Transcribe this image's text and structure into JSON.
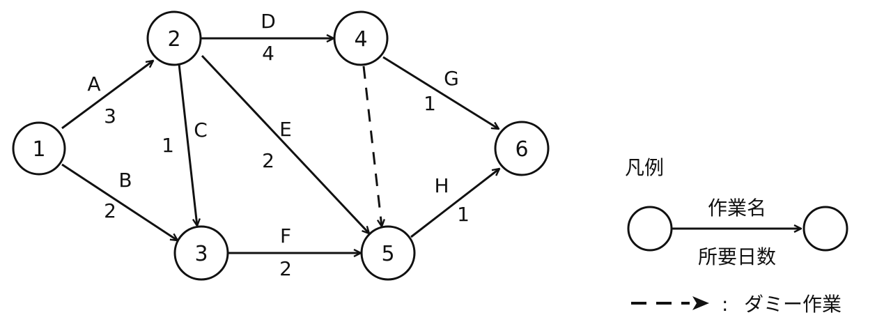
{
  "nodes": [
    "1",
    "2",
    "3",
    "4",
    "5",
    "6"
  ],
  "edges": [
    {
      "from": "1",
      "to": "2",
      "name": "A",
      "days": "3"
    },
    {
      "from": "1",
      "to": "3",
      "name": "B",
      "days": "2"
    },
    {
      "from": "2",
      "to": "3",
      "name": "C",
      "days": "1"
    },
    {
      "from": "2",
      "to": "4",
      "name": "D",
      "days": "4"
    },
    {
      "from": "2",
      "to": "5",
      "name": "E",
      "days": "2"
    },
    {
      "from": "3",
      "to": "5",
      "name": "F",
      "days": "2"
    },
    {
      "from": "4",
      "to": "6",
      "name": "G",
      "days": "1"
    },
    {
      "from": "5",
      "to": "6",
      "name": "H",
      "days": "1"
    }
  ],
  "dummy_edge": {
    "from": "4",
    "to": "5"
  },
  "legend": {
    "title": "凡例",
    "task_name": "作業名",
    "required_days": "所要日数",
    "dummy_colon": ":",
    "dummy_label": "ダミー作業"
  }
}
